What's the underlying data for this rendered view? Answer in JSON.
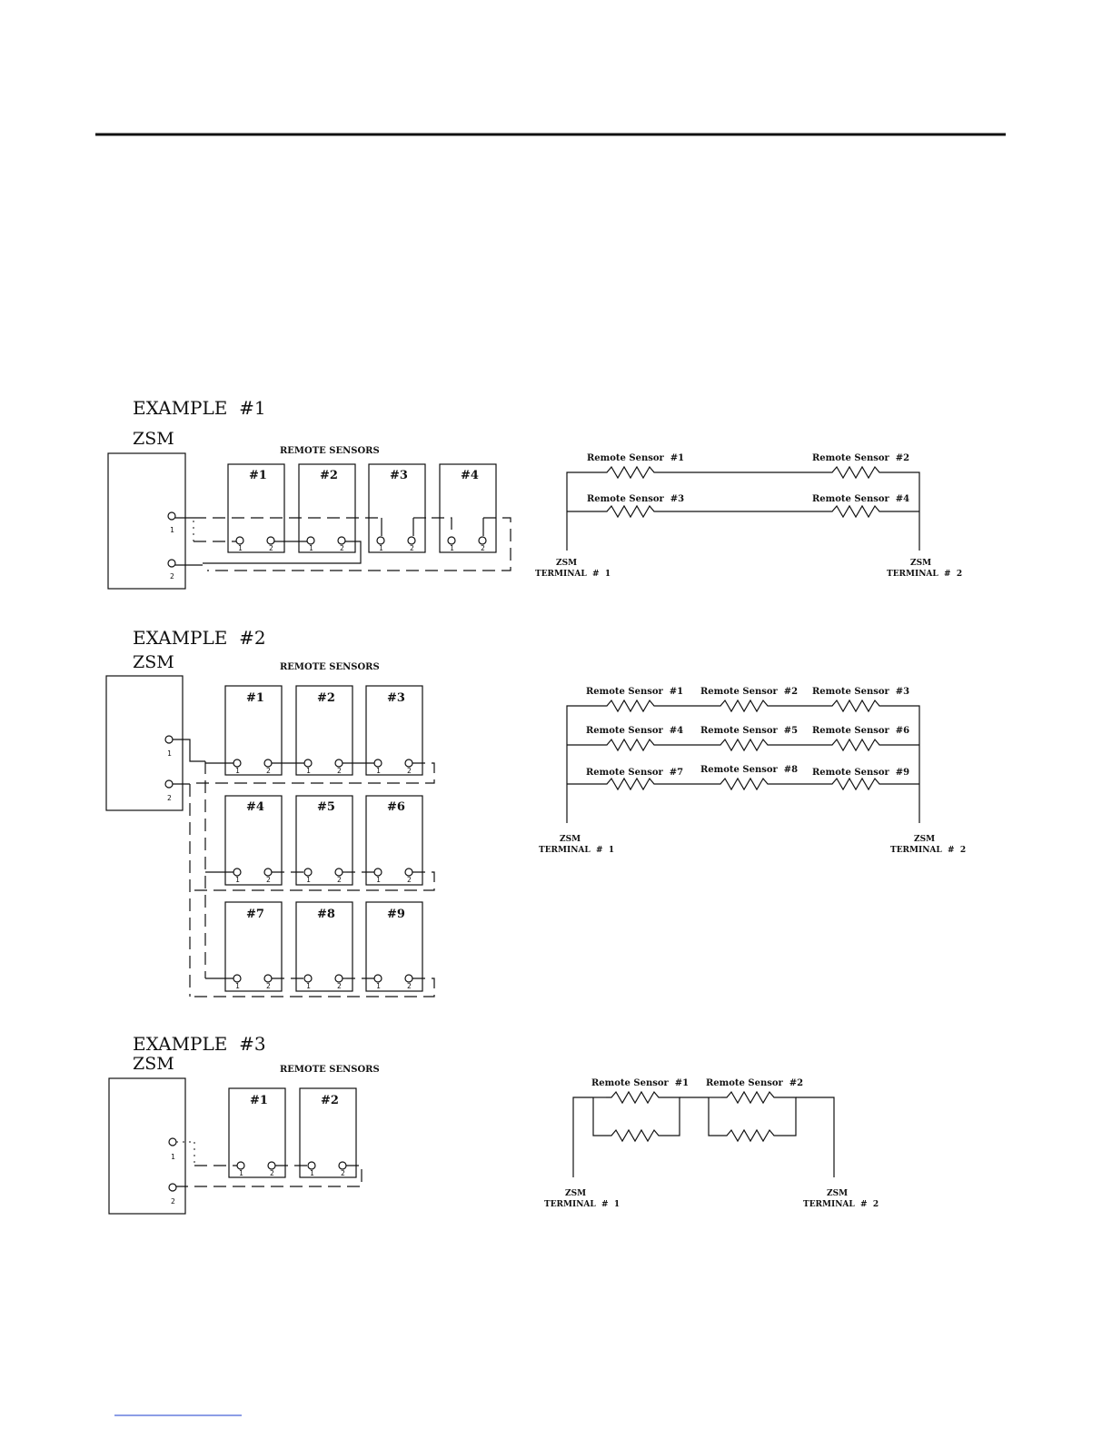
{
  "colors": {
    "ink": "#111111",
    "footer_link": "#1a3ccc"
  },
  "examples": [
    {
      "title": "EXAMPLE  #1",
      "zsm_label": "ZSM",
      "zsm_pins": [
        "1",
        "2"
      ],
      "sensors_header": "REMOTE SENSORS",
      "sensors": [
        {
          "label": "#1",
          "pins": [
            "1",
            "2"
          ]
        },
        {
          "label": "#2",
          "pins": [
            "1",
            "2"
          ]
        },
        {
          "label": "#3",
          "pins": [
            "1",
            "2"
          ]
        },
        {
          "label": "#4",
          "pins": [
            "1",
            "2"
          ]
        }
      ],
      "schematic": {
        "resistors": [
          "Remote Sensor  #1",
          "Remote Sensor  #2",
          "Remote Sensor  #3",
          "Remote Sensor  #4"
        ],
        "terminal_left": [
          "ZSM",
          "TERMINAL  #  1"
        ],
        "terminal_right": [
          "ZSM",
          "TERMINAL  #  2"
        ]
      }
    },
    {
      "title": "EXAMPLE  #2",
      "zsm_label": "ZSM",
      "zsm_pins": [
        "1",
        "2"
      ],
      "sensors_header": "REMOTE SENSORS",
      "sensors": [
        {
          "label": "#1",
          "pins": [
            "1",
            "2"
          ]
        },
        {
          "label": "#2",
          "pins": [
            "1",
            "2"
          ]
        },
        {
          "label": "#3",
          "pins": [
            "1",
            "2"
          ]
        },
        {
          "label": "#4",
          "pins": [
            "1",
            "2"
          ]
        },
        {
          "label": "#5",
          "pins": [
            "1",
            "2"
          ]
        },
        {
          "label": "#6",
          "pins": [
            "1",
            "2"
          ]
        },
        {
          "label": "#7",
          "pins": [
            "1",
            "2"
          ]
        },
        {
          "label": "#8",
          "pins": [
            "1",
            "2"
          ]
        },
        {
          "label": "#9",
          "pins": [
            "1",
            "2"
          ]
        }
      ],
      "schematic": {
        "resistors": [
          "Remote Sensor  #1",
          "Remote Sensor  #2",
          "Remote Sensor  #3",
          "Remote Sensor  #4",
          "Remote Sensor  #5",
          "Remote Sensor  #6",
          "Remote Sensor  #7",
          "Remote Sensor  #8",
          "Remote Sensor  #9"
        ],
        "terminal_left": [
          "ZSM",
          "TERMINAL  #  1"
        ],
        "terminal_right": [
          "ZSM",
          "TERMINAL  #  2"
        ]
      }
    },
    {
      "title": "EXAMPLE  #3",
      "zsm_label": "ZSM",
      "zsm_pins": [
        "1",
        "2"
      ],
      "sensors_header": "REMOTE SENSORS",
      "sensors": [
        {
          "label": "#1",
          "pins": [
            "1",
            "2"
          ]
        },
        {
          "label": "#2",
          "pins": [
            "1",
            "2"
          ]
        }
      ],
      "schematic": {
        "resistors": [
          "Remote Sensor  #1",
          "Remote Sensor  #2"
        ],
        "terminal_left": [
          "ZSM",
          "TERMINAL  #  1"
        ],
        "terminal_right": [
          "ZSM",
          "TERMINAL  #  2"
        ]
      }
    }
  ]
}
